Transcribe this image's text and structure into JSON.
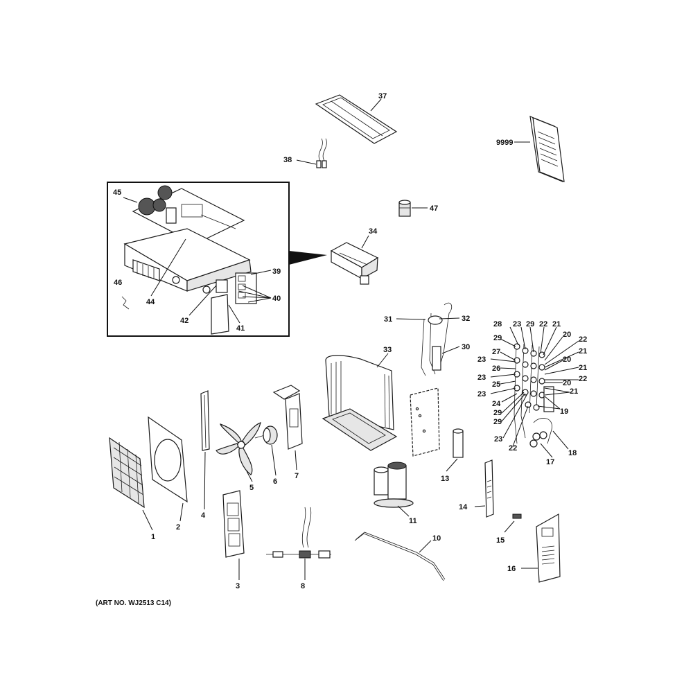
{
  "art_number": "(ART NO. WJ2513 C14)",
  "labels": {
    "l1": "1",
    "l2": "2",
    "l3": "3",
    "l4": "4",
    "l5": "5",
    "l6": "6",
    "l7": "7",
    "l8": "8",
    "l10": "10",
    "l11": "11",
    "l13": "13",
    "l14": "14",
    "l15": "15",
    "l16": "16",
    "l17": "17",
    "l18": "18",
    "l19": "19",
    "l30": "30",
    "l31": "31",
    "l32": "32",
    "l33": "33",
    "l34": "34",
    "l37": "37",
    "l38": "38",
    "l39": "39",
    "l40": "40",
    "l41": "41",
    "l42": "42",
    "l44": "44",
    "l45": "45",
    "l46": "46",
    "l47": "47",
    "l9999": "9999",
    "v28": "28",
    "v23": "23",
    "v29": "29",
    "v22": "22",
    "v21": "21",
    "v20": "20",
    "v27": "27",
    "v26": "26",
    "v25": "25",
    "v24": "24"
  }
}
